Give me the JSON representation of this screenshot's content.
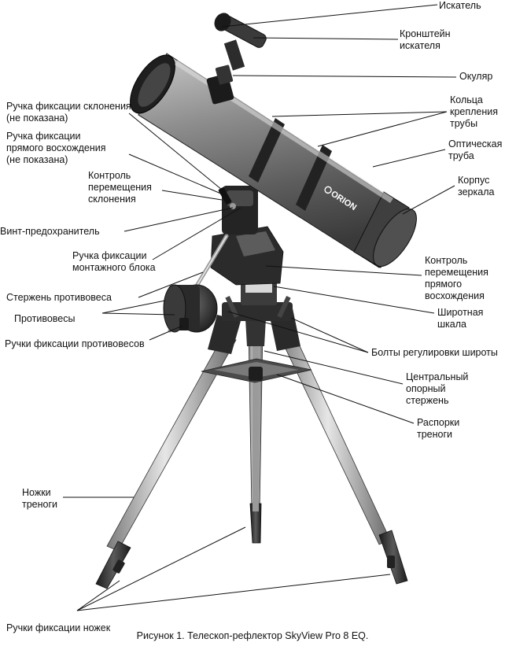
{
  "labels": {
    "finder": "Искатель",
    "finder_bracket": "Кронштейн\nискателя",
    "eyepiece": "Окуляр",
    "tube_rings": "Кольца\nкрепления\nтрубы",
    "optical_tube": "Оптическая\nтруба",
    "mirror_housing": "Корпус\nзеркала",
    "ra_slow_motion": "Контроль\nперемещения\nпрямого\nвосхождения",
    "latitude_scale": "Широтная\nшкала",
    "latitude_bolts": "Болты регулировки широты",
    "center_rod": "Центральный\nопорный\nстержень",
    "tripod_braces": "Распорки\nтреноги",
    "dec_lock": "Ручка фиксации склонения\n(не показана)",
    "ra_lock": "Ручка фиксации\nпрямого восхождения\n(не показана)",
    "dec_slow_motion": "Контроль\nперемещения\nсклонения",
    "safety_screw": "Винт-предохранитель",
    "mount_lock": "Ручка фиксации\nмонтажного блока",
    "counterweight_shaft": "Стержень противовеса",
    "counterweights": "Противовесы",
    "counterweight_locks": "Ручки фиксации противовесов",
    "tripod_legs": "Ножки\nтреноги",
    "leg_locks": "Ручки фиксации ножек"
  },
  "tube_logo": "ORION",
  "caption": "Рисунок 1. Телескоп-рефлектор SkyView Pro 8 EQ."
}
